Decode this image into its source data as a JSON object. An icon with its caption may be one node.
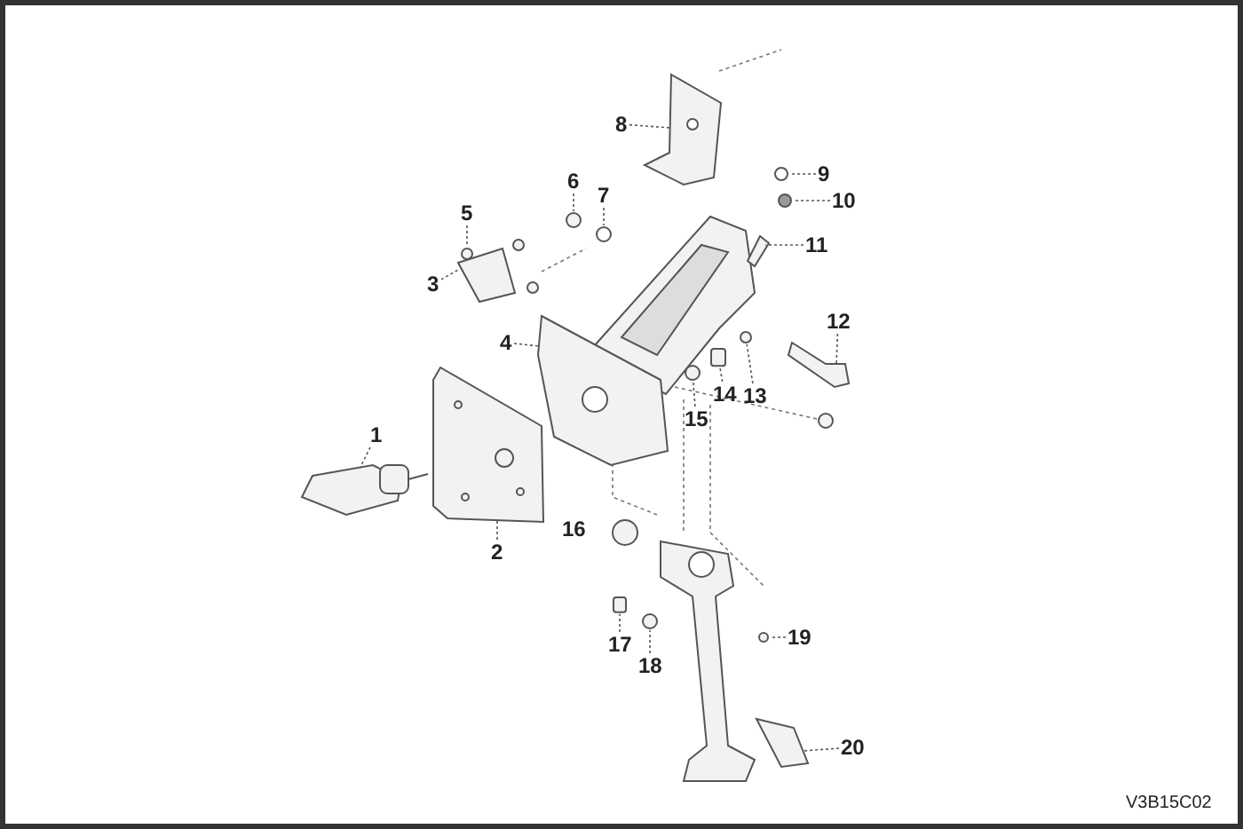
{
  "diagram": {
    "nodes": [
      {
        "text": [
          "1"
        ]
      },
      {
        "text": [
          "2"
        ]
      },
      {
        "text": [
          "3"
        ]
      },
      {
        "text": [
          "4"
        ]
      },
      {
        "text": [
          "5"
        ]
      },
      {
        "text": [
          "6"
        ]
      },
      {
        "text": [
          "7"
        ]
      },
      {
        "text": [
          "8"
        ]
      },
      {
        "text": [
          "9"
        ]
      },
      {
        "text": [
          "10"
        ]
      },
      {
        "text": [
          "11"
        ]
      },
      {
        "text": [
          "12"
        ]
      },
      {
        "text": [
          "13"
        ]
      },
      {
        "text": [
          "14"
        ]
      },
      {
        "text": [
          "15"
        ]
      },
      {
        "text": [
          "17"
        ]
      },
      {
        "text": [
          "18"
        ]
      },
      {
        "text": [
          "19"
        ]
      },
      {
        "text": [
          "20"
        ]
      },
      {
        "text": [],
        "shape": "picture"
      },
      {
        "text": [],
        "shape": "picture"
      },
      {
        "text": [],
        "shape": "picture"
      },
      {
        "text": [],
        "shape": "picture"
      },
      {
        "text": [],
        "shape": "circle"
      },
      {
        "text": [],
        "shape": "circle"
      },
      {
        "text": [],
        "shape": "circle"
      },
      {
        "text": [],
        "shape": "picture"
      },
      {
        "text": [],
        "shape": "circle"
      },
      {
        "text": [],
        "shape": "circle"
      },
      {
        "text": [],
        "shape": "picture"
      },
      {
        "text": [],
        "shape": "picture"
      },
      {
        "text": [],
        "shape": "circle"
      },
      {
        "text": [],
        "shape": "box"
      },
      {
        "text": [],
        "shape": "circle"
      },
      {
        "text": [],
        "shape": "box"
      },
      {
        "text": [],
        "shape": "circle"
      },
      {
        "text": [],
        "shape": "circle"
      },
      {
        "text": [],
        "shape": "picture"
      }
    ],
    "edges": [
      {
        "from": 0,
        "to": 19,
        "arrow": "none"
      },
      {
        "from": 1,
        "to": 20,
        "arrow": "none"
      },
      {
        "from": 2,
        "to": 21,
        "arrow": "none"
      },
      {
        "from": 3,
        "to": 22,
        "arrow": "none"
      },
      {
        "from": 4,
        "to": 23,
        "arrow": "none"
      },
      {
        "from": 5,
        "to": 24,
        "arrow": "none"
      },
      {
        "from": 6,
        "to": 25,
        "arrow": "none"
      },
      {
        "from": 7,
        "to": 26,
        "arrow": "none"
      },
      {
        "from": 8,
        "to": 27,
        "arrow": "none"
      },
      {
        "from": 9,
        "to": 28,
        "arrow": "none"
      },
      {
        "from": 10,
        "to": 29,
        "arrow": "none"
      },
      {
        "from": 11,
        "to": 30,
        "arrow": "none"
      },
      {
        "from": 12,
        "to": 31,
        "arrow": "none"
      },
      {
        "from": 13,
        "to": 32,
        "arrow": "none"
      },
      {
        "from": 14,
        "to": 33,
        "arrow": "none"
      },
      {
        "from": 15,
        "to": 34,
        "arrow": "none"
      },
      {
        "from": 16,
        "to": 35,
        "arrow": "none"
      },
      {
        "from": 17,
        "to": 36,
        "arrow": "none"
      },
      {
        "from": 18,
        "to": 37,
        "arrow": "none"
      }
    ],
    "labels": [
      "16",
      "V3B15C02"
    ]
  }
}
